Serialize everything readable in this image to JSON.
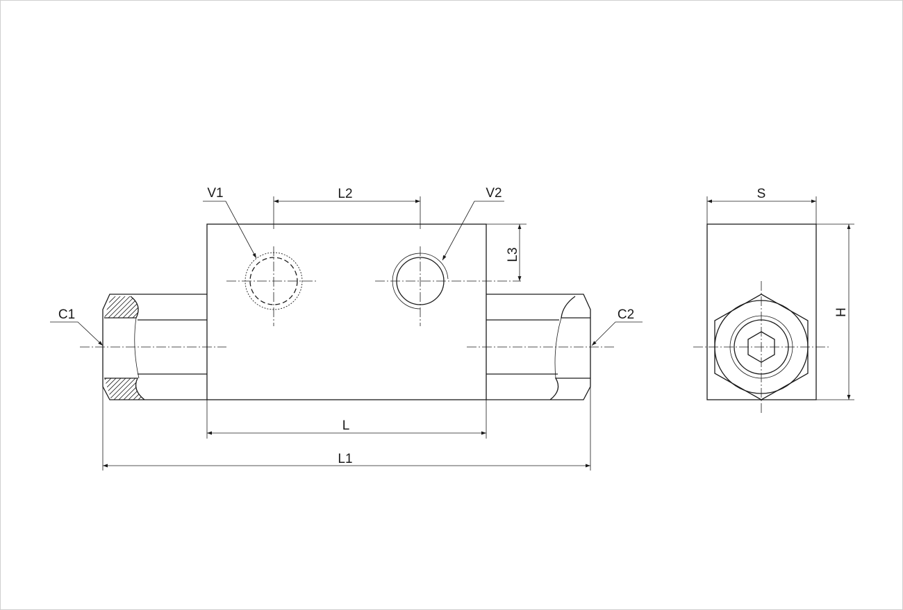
{
  "labels": {
    "v1": "V1",
    "v2": "V2",
    "l2": "L2",
    "l3": "L3",
    "c1": "C1",
    "c2": "C2",
    "l": "L",
    "l1": "L1",
    "s": "S",
    "h": "H"
  },
  "colors": {
    "line": "#1a1a1a",
    "frame": "#cfcfcf",
    "background": "#ffffff"
  }
}
